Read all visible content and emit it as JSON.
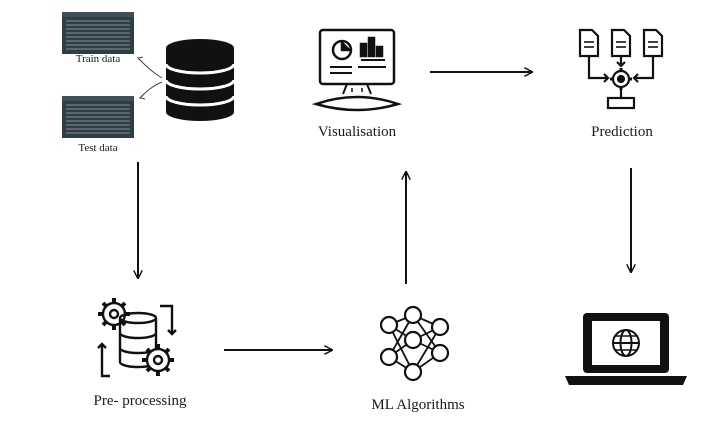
{
  "nodes": {
    "train_data": {
      "label": "Train data",
      "icon": "data-table-screenshot-icon"
    },
    "test_data": {
      "label": "Test data",
      "icon": "data-table-screenshot-icon"
    },
    "database": {
      "icon": "database-icon"
    },
    "visualisation": {
      "label": "Visualisation",
      "icon": "dashboard-monitor-icon"
    },
    "prediction": {
      "label": "Prediction",
      "icon": "documents-gear-icon"
    },
    "preprocessing": {
      "label": "Pre- processing",
      "icon": "gears-database-icon"
    },
    "ml_algorithms": {
      "label": "ML Algorithms",
      "icon": "neural-network-icon"
    },
    "deployment": {
      "icon": "laptop-globe-icon"
    }
  },
  "edges": [
    {
      "from": "database",
      "to": "preprocessing"
    },
    {
      "from": "preprocessing",
      "to": "ml_algorithms"
    },
    {
      "from": "ml_algorithms",
      "to": "visualisation"
    },
    {
      "from": "visualisation",
      "to": "prediction"
    },
    {
      "from": "prediction",
      "to": "deployment"
    }
  ],
  "colors": {
    "stroke": "#111111",
    "table_bg": "#2f3d44",
    "table_text": "#c9d3d8"
  }
}
